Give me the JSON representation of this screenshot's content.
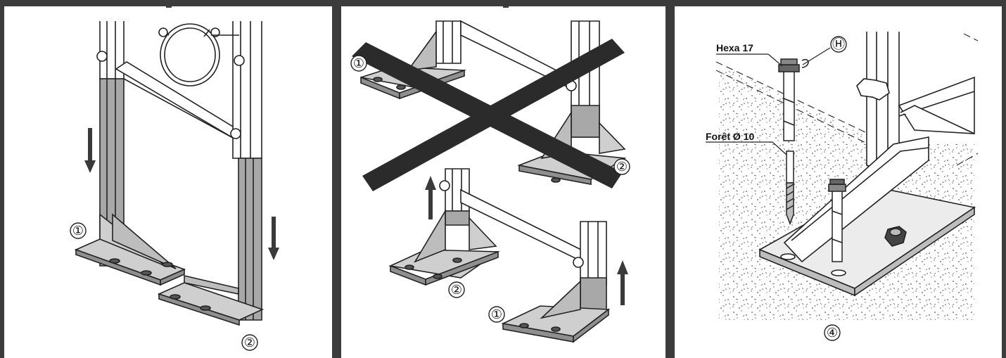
{
  "colors": {
    "frame": "#3c3c3c",
    "leg_steel": "#a8a8a8",
    "plate": "#cfcfcf",
    "plate_dark": "#8f8f8f",
    "arrow": "#3a3a3a",
    "cross": "#2b2b2b",
    "concrete_dot": "#555555"
  },
  "panels": [
    {
      "callouts": [
        "①",
        "②"
      ],
      "arrows": [
        "arrow-down",
        "arrow-down"
      ]
    },
    {
      "callouts": [
        "①",
        "②",
        "②",
        "①"
      ],
      "arrows": [
        "arrow-up",
        "arrow-up"
      ],
      "wrong_mark": "cross"
    },
    {
      "callouts": [
        "Ⓗ",
        "④"
      ],
      "labels": {
        "hex": "Hexa 17",
        "drill": "Forêt Ø 10"
      }
    }
  ]
}
